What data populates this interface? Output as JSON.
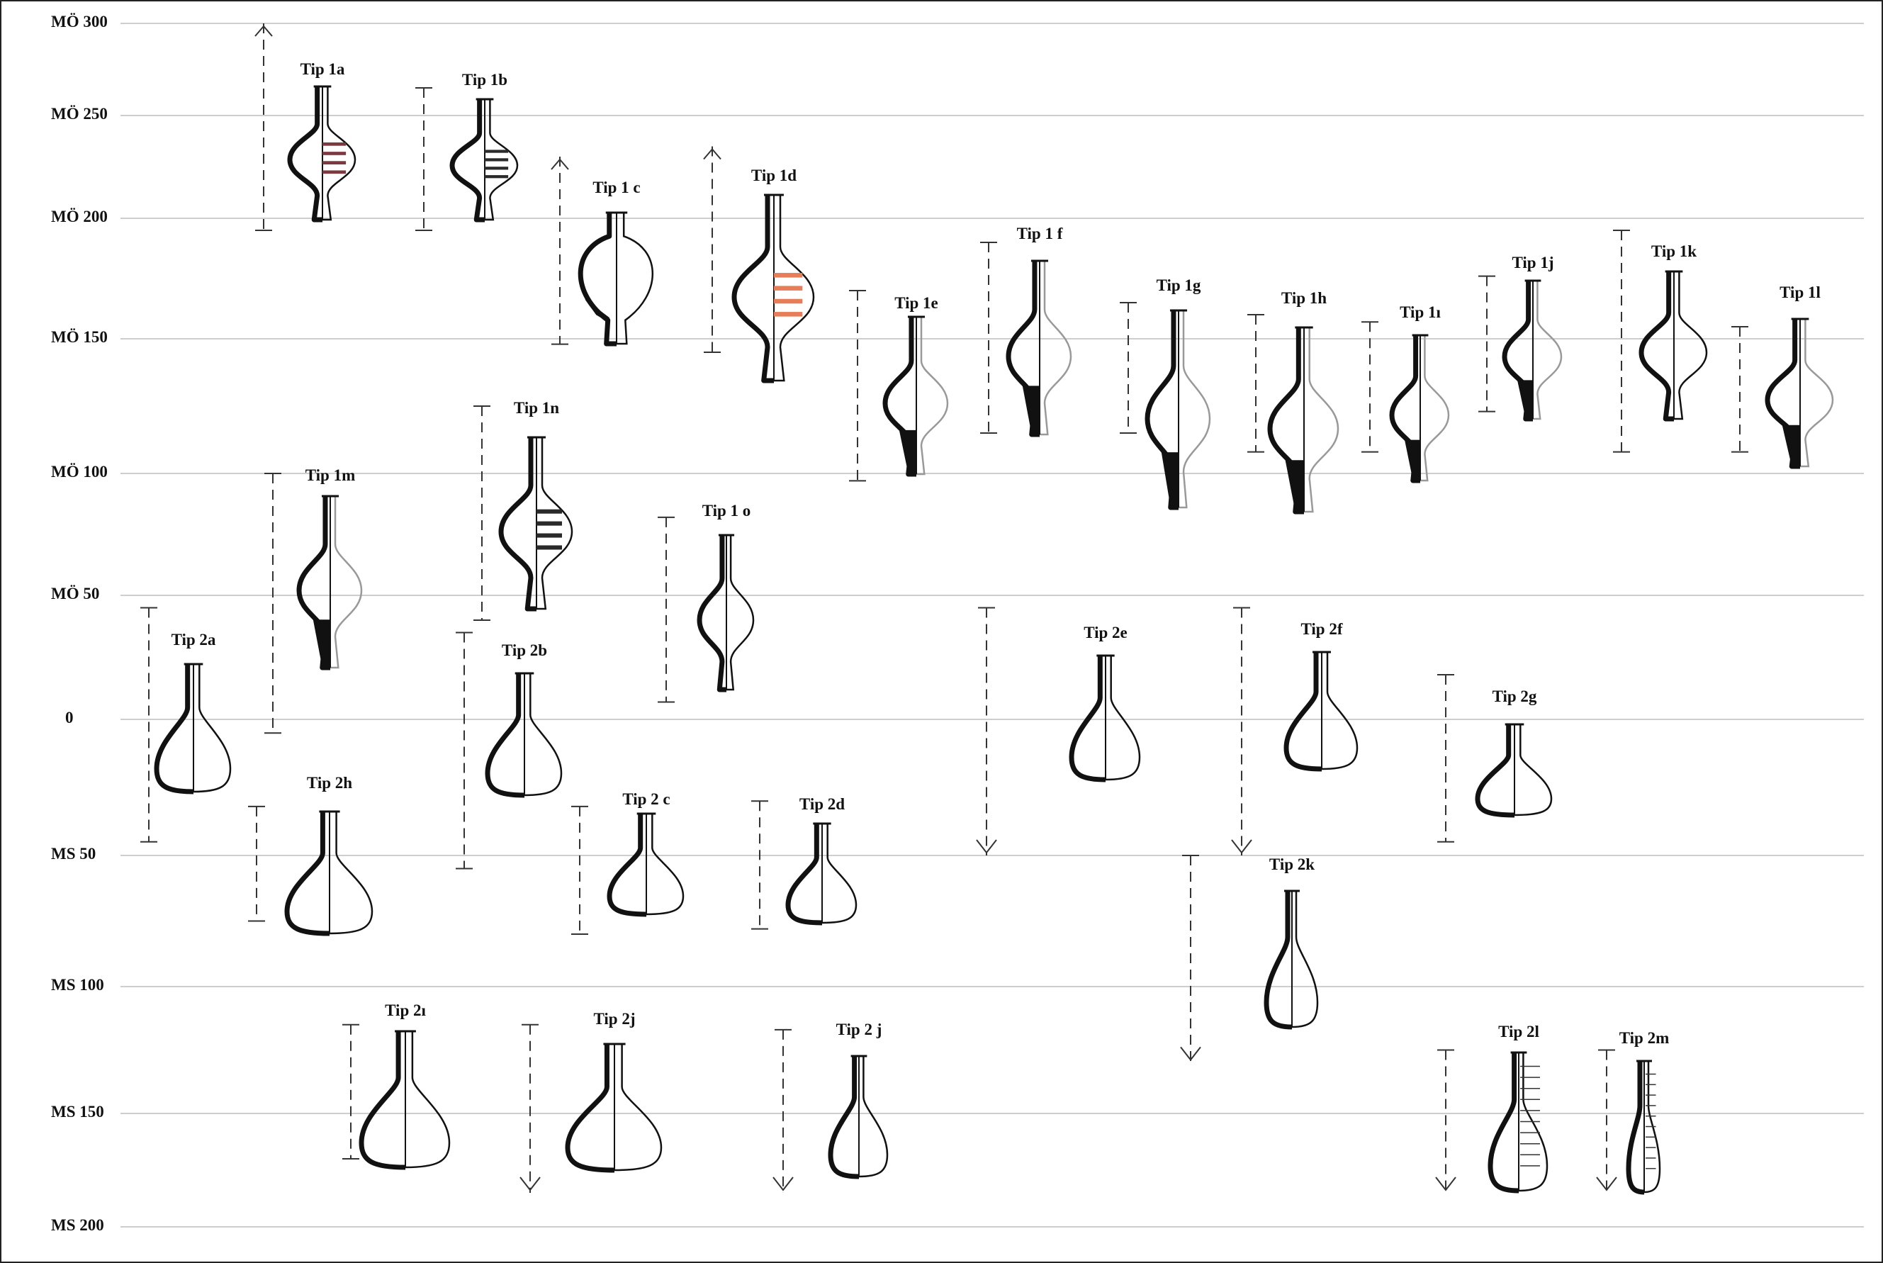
{
  "axis": {
    "labels": [
      "MÖ 300",
      "MÖ 250",
      "MÖ 200",
      "MÖ 150",
      "MÖ 100",
      "MÖ 50",
      "0",
      "MS 50",
      "MS 100",
      "MS 150",
      "MS 200"
    ]
  },
  "types": [
    {
      "id": "t1a",
      "label": "Tip 1a",
      "date_range": [
        -300,
        -195
      ],
      "arrow": "up",
      "style": "painted",
      "paint": "#7a3a3f"
    },
    {
      "id": "t1b",
      "label": "Tip 1b",
      "date_range": [
        -265,
        -195
      ],
      "arrow": "none",
      "style": "painted",
      "paint": "#2a2a2a"
    },
    {
      "id": "t1c",
      "label": "Tip 1 c",
      "date_range": [
        -230,
        -148
      ],
      "arrow": "up",
      "style": "globular"
    },
    {
      "id": "t1d",
      "label": "Tip 1d",
      "date_range": [
        -235,
        -145
      ],
      "arrow": "up",
      "style": "painted",
      "paint": "#e67e5a"
    },
    {
      "id": "t1e",
      "label": "Tip 1e",
      "date_range": [
        -170,
        -97
      ],
      "arrow": "none",
      "style": "halfblack"
    },
    {
      "id": "t1f",
      "label": "Tip 1 f",
      "date_range": [
        -190,
        -115
      ],
      "arrow": "none",
      "style": "halfblack"
    },
    {
      "id": "t1g",
      "label": "Tip 1g",
      "date_range": [
        -165,
        -115
      ],
      "arrow": "none",
      "style": "halfblack"
    },
    {
      "id": "t1h",
      "label": "Tip 1h",
      "date_range": [
        -160,
        -108
      ],
      "arrow": "none",
      "style": "halfblack"
    },
    {
      "id": "t1i",
      "label": "Tip 1ı",
      "date_range": [
        -157,
        -108
      ],
      "arrow": "none",
      "style": "halfblack"
    },
    {
      "id": "t1j",
      "label": "Tip 1j",
      "date_range": [
        -176,
        -123
      ],
      "arrow": "none",
      "style": "halfblack"
    },
    {
      "id": "t1k",
      "label": "Tip 1k",
      "date_range": [
        -195,
        -108
      ],
      "arrow": "none",
      "style": "outline"
    },
    {
      "id": "t1l",
      "label": "Tip 1l",
      "date_range": [
        -155,
        -108
      ],
      "arrow": "none",
      "style": "halfblack"
    },
    {
      "id": "t1m",
      "label": "Tip 1m",
      "date_range": [
        -100,
        5
      ],
      "arrow": "none",
      "style": "halfblack"
    },
    {
      "id": "t1n",
      "label": "Tip 1n",
      "date_range": [
        -125,
        -40
      ],
      "arrow": "none",
      "style": "painted",
      "paint": "#2a2a2a"
    },
    {
      "id": "t1o",
      "label": "Tip 1 o",
      "date_range": [
        -82,
        -7
      ],
      "arrow": "none",
      "style": "outline"
    },
    {
      "id": "t2a",
      "label": "Tip 2a",
      "date_range": [
        -45,
        45
      ],
      "arrow": "none",
      "style": "flask"
    },
    {
      "id": "t2b",
      "label": "Tip 2b",
      "date_range": [
        -35,
        55
      ],
      "arrow": "none",
      "style": "flask"
    },
    {
      "id": "t2c",
      "label": "Tip 2 c",
      "date_range": [
        32,
        80
      ],
      "arrow": "none",
      "style": "flask"
    },
    {
      "id": "t2d",
      "label": "Tip 2d",
      "date_range": [
        30,
        78
      ],
      "arrow": "none",
      "style": "flask"
    },
    {
      "id": "t2e",
      "label": "Tip 2e",
      "date_range": [
        -45,
        50
      ],
      "arrow": "down",
      "style": "flask"
    },
    {
      "id": "t2f",
      "label": "Tip 2f",
      "date_range": [
        -45,
        50
      ],
      "arrow": "down",
      "style": "flask"
    },
    {
      "id": "t2g",
      "label": "Tip 2g",
      "date_range": [
        -18,
        45
      ],
      "arrow": "none",
      "style": "flask"
    },
    {
      "id": "t2h",
      "label": "Tip 2h",
      "date_range": [
        32,
        75
      ],
      "arrow": "none",
      "style": "flask"
    },
    {
      "id": "t2i",
      "label": "Tip 2ı",
      "date_range": [
        115,
        170
      ],
      "arrow": "none",
      "style": "flask"
    },
    {
      "id": "t2j",
      "label": "Tip 2j",
      "date_range": [
        115,
        185
      ],
      "arrow": "down",
      "style": "flask"
    },
    {
      "id": "t2j2",
      "label": "Tip 2 j",
      "date_range": [
        117,
        185
      ],
      "arrow": "down",
      "style": "flask"
    },
    {
      "id": "t2k",
      "label": "Tip 2k",
      "date_range": [
        50,
        130
      ],
      "arrow": "down",
      "style": "flask"
    },
    {
      "id": "t2l",
      "label": "Tip 2l",
      "date_range": [
        125,
        185
      ],
      "arrow": "down",
      "style": "ribbed"
    },
    {
      "id": "t2m",
      "label": "Tip 2m",
      "date_range": [
        125,
        185
      ],
      "arrow": "down",
      "style": "ribbed"
    }
  ]
}
